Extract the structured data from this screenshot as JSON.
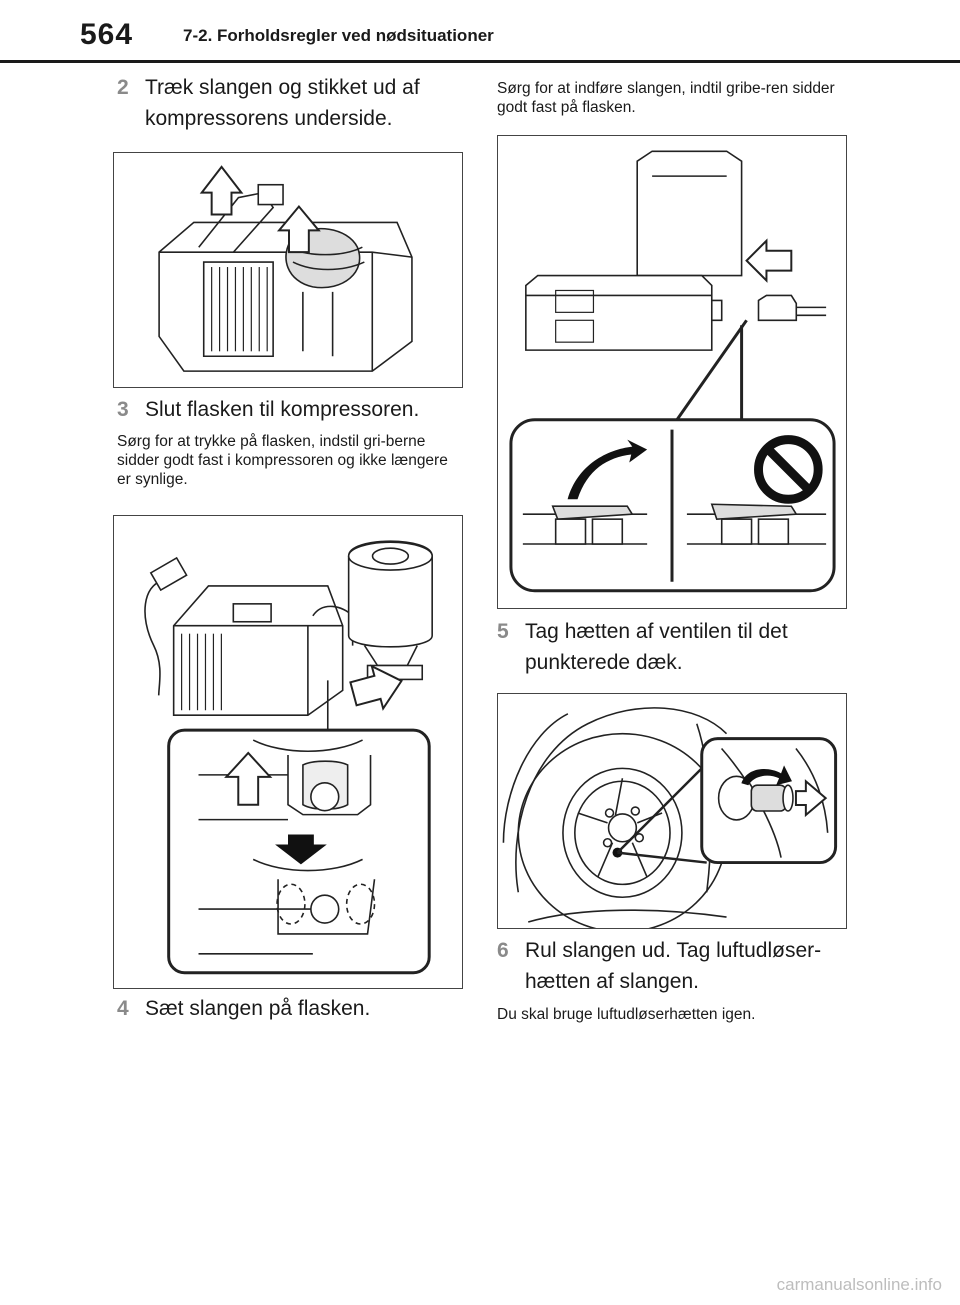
{
  "header": {
    "page_number": "564",
    "section": "7-2. Forholdsregler ved nødsituationer"
  },
  "left_column": {
    "step2": {
      "number": "2",
      "text": "Træk slangen og stikket ud af kompressorens underside."
    },
    "step3": {
      "number": "3",
      "text": "Slut flasken til kompressoren.",
      "note": "Sørg for at trykke på flasken, indstil gri-berne sidder godt fast i kompressoren og ikke længere er synlige."
    },
    "step4": {
      "number": "4",
      "text": "Sæt slangen på flasken."
    }
  },
  "right_column": {
    "step4_note": "Sørg for at indføre slangen, indtil gribe-ren sidder godt fast på flasken.",
    "step5": {
      "number": "5",
      "text": "Tag hætten af ventilen til det punkterede dæk."
    },
    "step6": {
      "number": "6",
      "text": "Rul slangen ud. Tag luftudløser-hætten af slangen.",
      "note": "Du skal bruge luftudløserhætten igen."
    }
  },
  "figures": [
    {
      "id": "compressor-underside",
      "icon": "arrow-up-icon"
    },
    {
      "id": "bottle-connect",
      "icon": "arrow-up-icon"
    },
    {
      "id": "hose-attach",
      "icon": "no-entry-icon"
    },
    {
      "id": "valve-cap",
      "icon": "arrow-right-icon"
    }
  ],
  "footer": {
    "watermark": "carmanualsonline.info"
  }
}
